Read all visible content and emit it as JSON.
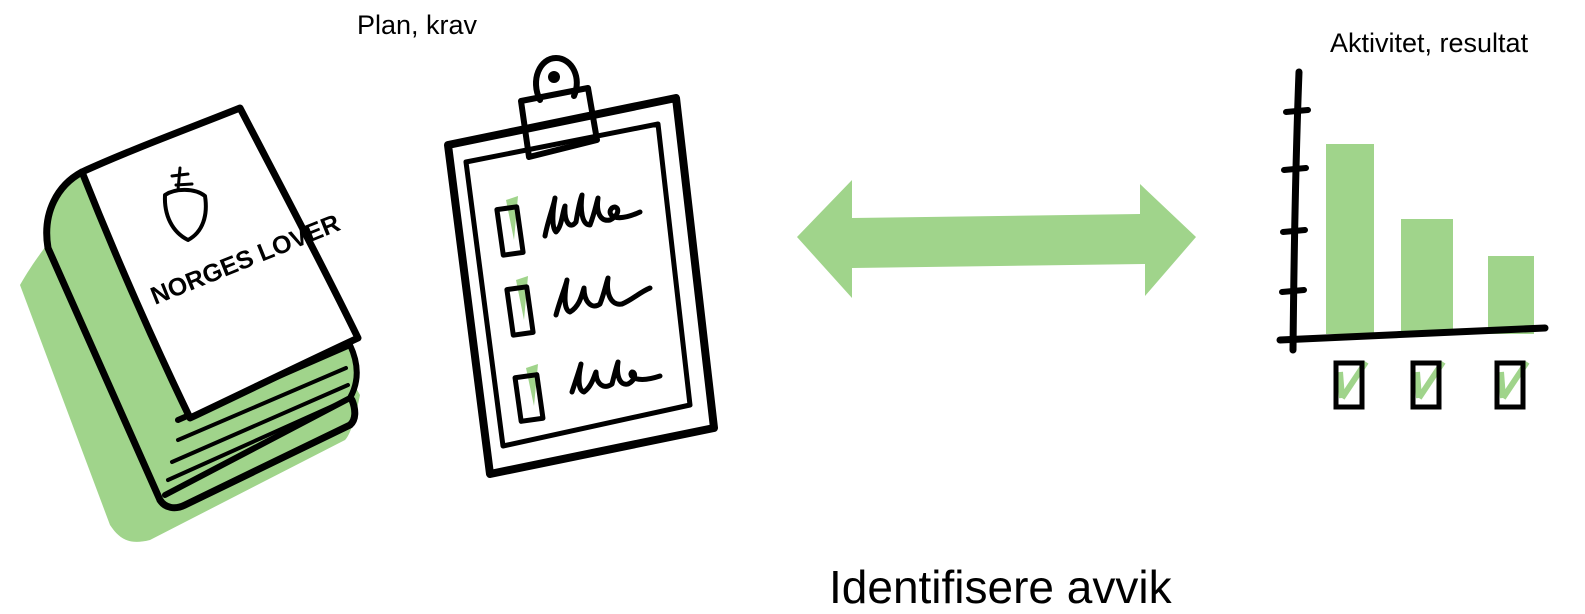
{
  "labels": {
    "plan": "Plan, krav",
    "result": "Aktivitet, resultat",
    "caption": "Identifisere avvik"
  },
  "book": {
    "title": "NORGES LOVER"
  },
  "bar_chart": {
    "values": [
      190,
      115,
      78
    ]
  },
  "colors": {
    "accent_green": "#a0d48b",
    "ink": "#000000",
    "background": "#ffffff"
  },
  "icons": [
    "law-book-icon",
    "clipboard-checklist-icon",
    "double-arrow-icon",
    "bar-chart-icon"
  ]
}
